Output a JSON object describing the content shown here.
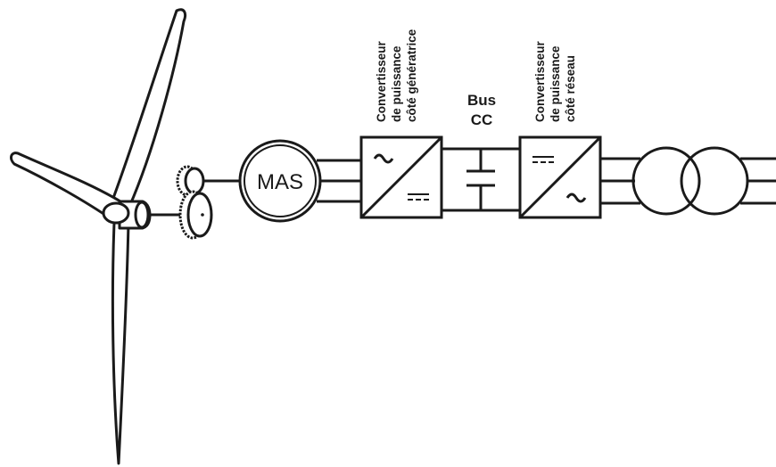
{
  "generator": {
    "label": "MAS"
  },
  "converter_generator": {
    "lines": [
      "Convertisseur",
      "de puissance",
      "côté génératrice"
    ],
    "top_symbol": "~",
    "bottom_symbol": "="
  },
  "dc_bus": {
    "line1": "Bus",
    "line2": "CC"
  },
  "converter_grid": {
    "lines": [
      "Convertisseur",
      "de puissance",
      "côté  réseau"
    ],
    "top_symbol": "=",
    "bottom_symbol": "~"
  },
  "colors": {
    "ink": "#1a1a1a",
    "background": "#ffffff",
    "blade": "#ffffff"
  },
  "icons": [
    "wind-turbine-icon",
    "gearbox-icon",
    "transformer-icon",
    "capacitor-icon"
  ]
}
